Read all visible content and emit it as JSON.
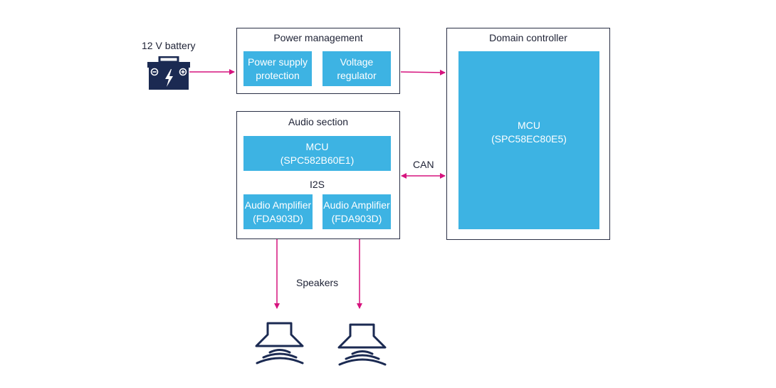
{
  "diagram": {
    "battery": {
      "label": "12 V battery",
      "icon": "car-battery-icon"
    },
    "power_management": {
      "title": "Power management",
      "blocks": [
        {
          "line1": "Power supply",
          "line2": "protection"
        },
        {
          "line1": "Voltage",
          "line2": "regulator"
        }
      ]
    },
    "audio_section": {
      "title": "Audio section",
      "mcu": {
        "line1": "MCU",
        "line2": "(SPC582B60E1)"
      },
      "bus_label": "I2S",
      "amplifiers": [
        {
          "line1": "Audio Amplifier",
          "line2": "(FDA903D)"
        },
        {
          "line1": "Audio Amplifier",
          "line2": "(FDA903D)"
        }
      ]
    },
    "domain_controller": {
      "title": "Domain controller",
      "mcu": {
        "line1": "MCU",
        "line2": "(SPC58EC80E5)"
      }
    },
    "can_label": "CAN",
    "speakers_label": "Speakers",
    "speaker_icon": "speaker-icon",
    "colors": {
      "block_fill": "#3db3e3",
      "connector": "#d6137e",
      "outline": "#2a2f45",
      "icon_navy": "#1b2a52"
    }
  }
}
